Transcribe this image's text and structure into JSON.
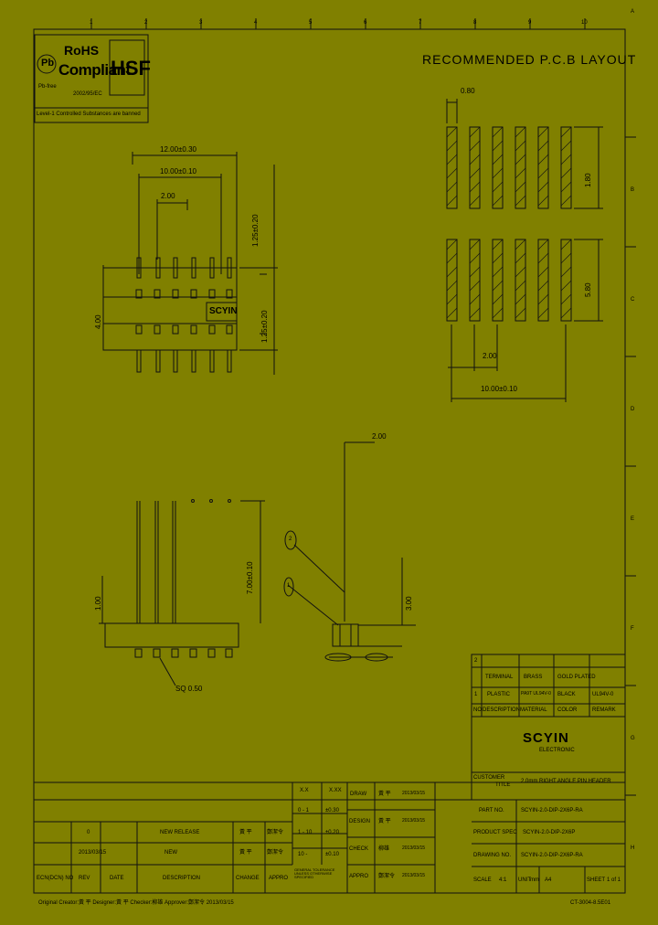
{
  "border": {
    "column_labels": [
      "1",
      "2",
      "3",
      "4",
      "5",
      "6",
      "7",
      "8",
      "9",
      "10"
    ],
    "row_labels": [
      "A",
      "B",
      "C",
      "D",
      "E",
      "F",
      "G",
      "H"
    ]
  },
  "logo": {
    "rohs_line1": "RoHS",
    "rohs_line2": "Compliant",
    "hsf": "HSF",
    "pb_mark": "Pb",
    "pb_caption": "Pb-free",
    "date": "2002/95/EC",
    "note": "Level-1 Controlled Substances are banned"
  },
  "pcb": {
    "title": "RECOMMENDED P.C.B LAYOUT",
    "dim_pad_width": "0.80",
    "dim_pad_len": "1.80",
    "dim_lower": "5.80",
    "dim_pitch": "2.00",
    "dim_total": "10.00±0.10"
  },
  "top_view": {
    "dim_overall": "12.00±0.30",
    "dim_span": "10.00±0.10",
    "dim_pitch": "2.00",
    "dim_side_upper": "1.25±0.20",
    "dim_side_lower": "1.25±0.20",
    "dim_height": "4.00",
    "logo_text": "SCYIN"
  },
  "front_view": {
    "dim_pin": "7.00±0.10",
    "dim_base": "1.00",
    "pin_label": "SQ 0.50"
  },
  "side_view": {
    "dim_top": "2.00",
    "dim_right": "3.00",
    "balloon_1": "1",
    "balloon_2": "2"
  },
  "bom": {
    "rows": [
      {
        "no": "2",
        "desc": "TERMINAL",
        "mat": "BRASS",
        "fin": "GOLD PLATED"
      },
      {
        "no": "1",
        "desc": "PLASTIC",
        "mat": "PA9T UL94V-0",
        "fin": "BLACK",
        "remark": "UL94V-0"
      }
    ],
    "header": [
      "NO",
      "DESCRIPTION",
      "MATERIAL",
      "COLOR",
      "REMARK"
    ]
  },
  "company": {
    "name": "SCYIN",
    "sub": "ELECTRONIC"
  },
  "title_block": {
    "title_label": "TITLE",
    "customer_label": "CUSTOMER",
    "title_value": "2.0mm RIGHT ANGLE PIN HEADER",
    "part_no_label": "PART NO.",
    "part_no_value": "SCYIN-2.0-DIP-2X6P-RA",
    "spec_label": "PRODUCT SPEC",
    "spec_value": "SCYIN-2.0-DIP-2X6P",
    "drawing_label": "DRAWING NO.",
    "drawing_value": "SCYIN-2.0-DIP-2X6P-RA",
    "scale_label": "SCALE",
    "scale_value": "4:1",
    "unit_label": "UNIT",
    "unit_value": "mm",
    "size_label": "A4",
    "sheet_label": "SHEET",
    "sheet_value": "1 of 1",
    "tolerance_header": [
      "X.X",
      "X.XX"
    ],
    "tolerance_values": [
      "±0.30",
      "±0.20",
      "±0.10"
    ],
    "tolerance_angle": [
      "0 - 1",
      "1 - 10",
      "10 -"
    ],
    "tolerance_note": "GENERAL TOLERANCE UNLESS OTHERWISE SPECIFIED",
    "roles": [
      {
        "role": "DRAW",
        "name": "黃 平",
        "date": "2013/03/15"
      },
      {
        "role": "DESIGN",
        "name": "黃 平",
        "date": "2013/03/15"
      },
      {
        "role": "CHECK",
        "name": "柳雄",
        "date": "2013/03/15"
      },
      {
        "role": "APPRO",
        "name": "鄭潔令",
        "date": "2013/03/15"
      }
    ]
  },
  "revisions": {
    "header": [
      "ECN(DCN) NO",
      "REV",
      "DATE",
      "DESCRIPTION",
      "CHANGE",
      "APPRO"
    ],
    "rows": [
      {
        "no": "",
        "rev": "0",
        "date": "",
        "desc": "NEW RELEASE",
        "change": "黃 平",
        "appro": "鄭潔令"
      },
      {
        "no": "",
        "rev": "",
        "date": "2013/03/15",
        "desc": "NEW",
        "change": "黃 平",
        "appro": "鄭潔令"
      }
    ]
  },
  "footer": {
    "left": "Original Creator:黃 平 Designer:黃 平 Checker:柳雄 Approver:鄭潔令 2013/03/15",
    "right": "CT-3004-8.5E01"
  }
}
